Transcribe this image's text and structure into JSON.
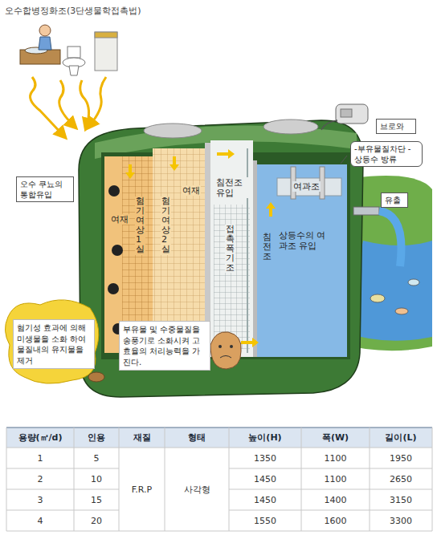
{
  "diagram": {
    "title": "오수합병정화조(3단생물학접촉법)",
    "nodes": [
      {
        "text": [
          "브로와"
        ]
      },
      {
        "text": [
          "-부유물질차단 -상등수 방류"
        ]
      },
      {
        "text": [
          "오수 쿠뇨의 통합유입"
        ]
      },
      {
        "text": [
          "여재",
          "혐기여상1실"
        ]
      },
      {
        "text": [
          "여재",
          "혐기여상2실"
        ]
      },
      {
        "text": [
          "침전조 유입",
          "접촉폭기조"
        ]
      },
      {
        "text": [
          "여과조",
          "상등수의 여과조 유입",
          "침전조"
        ]
      },
      {
        "text": [
          "유출"
        ]
      },
      {
        "text": [
          "혐기성 효과에 의해 미생물을 소화 하여 물질내의 유지물을 제거"
        ]
      },
      {
        "text": [
          "부유물 및 수중물질을 송풍기로 소화시켜 고효율의 처리능력을 가진다."
        ]
      }
    ],
    "labels": [
      "용량(㎥/d)",
      "인용",
      "재질",
      "형태",
      "높이(H)",
      "폭(W)",
      "길이(L)",
      "1",
      "5",
      "F.R.P",
      "사각형",
      "1350",
      "1100",
      "1950",
      "2",
      "10",
      "1450",
      "1100",
      "2650",
      "3",
      "15",
      "1450",
      "1400",
      "3150",
      "4",
      "20",
      "1550",
      "1600",
      "3300"
    ]
  }
}
